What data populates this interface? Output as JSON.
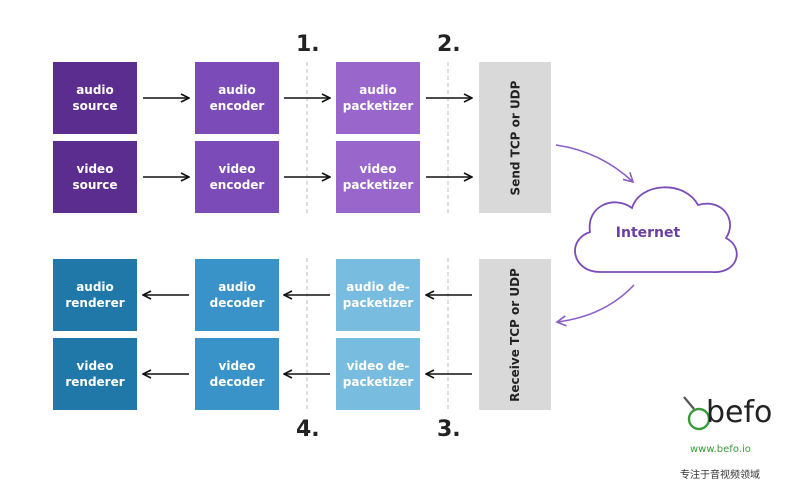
{
  "boxes": {
    "audio_source": "audio\nsource",
    "video_source": "video\nsource",
    "audio_encoder": "audio\nencoder",
    "video_encoder": "video\nencoder",
    "audio_packetizer": "audio\npacketizer",
    "video_packetizer": "video\npacketizer",
    "audio_renderer": "audio\nrenderer",
    "video_renderer": "video\nrenderer",
    "audio_decoder": "audio\ndecoder",
    "video_decoder": "video\ndecoder",
    "audio_depacketizer": "audio de-\npacketizer",
    "video_depacketizer": "video de-\npacketizer"
  },
  "send_label": "Send TCP or UDP",
  "receive_label": "Receive TCP or UDP",
  "internet_label": "Internet",
  "stage_numbers": {
    "n1": "1.",
    "n2": "2.",
    "n3": "3.",
    "n4": "4."
  },
  "logo": {
    "word": "befo",
    "url": "www.befo.io",
    "tagline": "专注于音视频领域"
  },
  "colors": {
    "source": "#5b2d8e",
    "encoder": "#7b4bb8",
    "packetizer": "#9966cc",
    "renderer": "#1f78a8",
    "decoder": "#3a93c8",
    "depacketizer": "#78bde0",
    "gray": "#d9d9d9",
    "cloud": "#7b4bb8",
    "logo_green": "#3a9a3a"
  }
}
